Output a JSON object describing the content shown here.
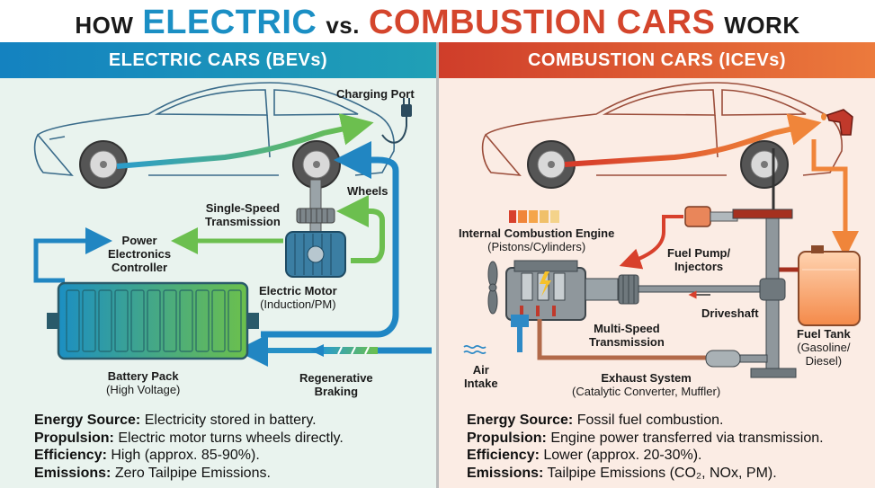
{
  "title": {
    "part1": "HOW",
    "part2": "ELECTRIC",
    "part3": "vs.",
    "part4": "COMBUSTION CARS",
    "part5": "WORK",
    "electric_color": "#1b8fc4",
    "combustion_color": "#d4452c"
  },
  "electric": {
    "header": "ELECTRIC CARS (BEVs)",
    "labels": {
      "charging_port": "Charging Port",
      "wheels": "Wheels",
      "transmission_1": "Single-Speed",
      "transmission_2": "Transmission",
      "pec_1": "Power",
      "pec_2": "Electronics",
      "pec_3": "Controller",
      "motor_1": "Electric Motor",
      "motor_2": "(Induction/PM)",
      "battery_1": "Battery Pack",
      "battery_2": "(High Voltage)",
      "regen_1": "Regenerative",
      "regen_2": "Braking"
    },
    "summary": [
      {
        "label": "Energy Source:",
        "value": "Electricity stored in battery."
      },
      {
        "label": "Propulsion:",
        "value": "Electric motor turns wheels directly."
      },
      {
        "label": "Efficiency:",
        "value": "High (approx. 85-90%)."
      },
      {
        "label": "Emissions:",
        "value": "Zero Tailpipe Emissions."
      }
    ],
    "header_color": "#1f8fc6"
  },
  "combustion": {
    "header": "COMBUSTION CARS (ICEVs)",
    "labels": {
      "engine_1": "Internal Combustion Engine",
      "engine_2": "(Pistons/Cylinders)",
      "fuel_pump_1": "Fuel Pump/",
      "fuel_pump_2": "Injectors",
      "driveshaft": "Driveshaft",
      "multi_speed_1": "Multi-Speed",
      "multi_speed_2": "Transmission",
      "fuel_tank_1": "Fuel Tank",
      "fuel_tank_2": "(Gasoline/",
      "fuel_tank_3": "Diesel)",
      "air_intake_1": "Air",
      "air_intake_2": "Intake",
      "exhaust_1": "Exhaust System",
      "exhaust_2": "(Catalytic Converter, Muffler)"
    },
    "summary": [
      {
        "label": "Energy Source:",
        "value": "Fossil fuel combustion."
      },
      {
        "label": "Propulsion:",
        "value": "Engine power transferred via transmission."
      },
      {
        "label": "Efficiency:",
        "value": "Lower (approx. 20-30%)."
      },
      {
        "label": "Emissions:",
        "value": "Tailpipe Emissions (CO₂, NOx, PM)."
      }
    ],
    "header_color": "#e2603a"
  }
}
